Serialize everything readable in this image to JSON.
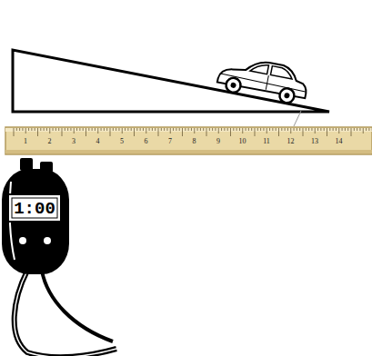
{
  "diagram": {
    "labels": [
      "1",
      "2",
      "3",
      "4",
      "5",
      "6",
      "7",
      "8",
      "9",
      "10",
      "11",
      "12",
      "13",
      "14",
      "1:00"
    ]
  }
}
